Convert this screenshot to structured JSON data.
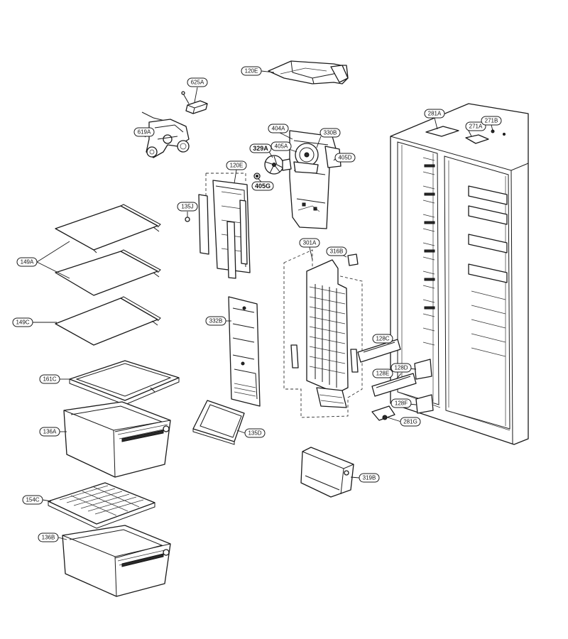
{
  "callouts": [
    {
      "id": "120E_top",
      "label": "120E"
    },
    {
      "id": "625A",
      "label": "625A"
    },
    {
      "id": "619A",
      "label": "619A"
    },
    {
      "id": "404A",
      "label": "404A"
    },
    {
      "id": "330B",
      "label": "330B"
    },
    {
      "id": "405A",
      "label": "405A"
    },
    {
      "id": "329A",
      "label": "329A",
      "bold": true
    },
    {
      "id": "405D",
      "label": "405D"
    },
    {
      "id": "405G",
      "label": "405G",
      "bold": true
    },
    {
      "id": "120E_mid",
      "label": "120E"
    },
    {
      "id": "135J",
      "label": "135J"
    },
    {
      "id": "281A",
      "label": "281A"
    },
    {
      "id": "271A",
      "label": "271A"
    },
    {
      "id": "271B",
      "label": "271B"
    },
    {
      "id": "149A",
      "label": "149A"
    },
    {
      "id": "149C",
      "label": "149C"
    },
    {
      "id": "301A",
      "label": "301A"
    },
    {
      "id": "316B",
      "label": "316B"
    },
    {
      "id": "332B",
      "label": "332B"
    },
    {
      "id": "128C",
      "label": "128C"
    },
    {
      "id": "128D",
      "label": "128D"
    },
    {
      "id": "128E",
      "label": "128E"
    },
    {
      "id": "128F",
      "label": "128F"
    },
    {
      "id": "281G",
      "label": "281G"
    },
    {
      "id": "161C",
      "label": "161C"
    },
    {
      "id": "135D",
      "label": "135D"
    },
    {
      "id": "136A",
      "label": "136A"
    },
    {
      "id": "319B",
      "label": "319B"
    },
    {
      "id": "154C",
      "label": "154C"
    },
    {
      "id": "136B",
      "label": "136B"
    }
  ]
}
